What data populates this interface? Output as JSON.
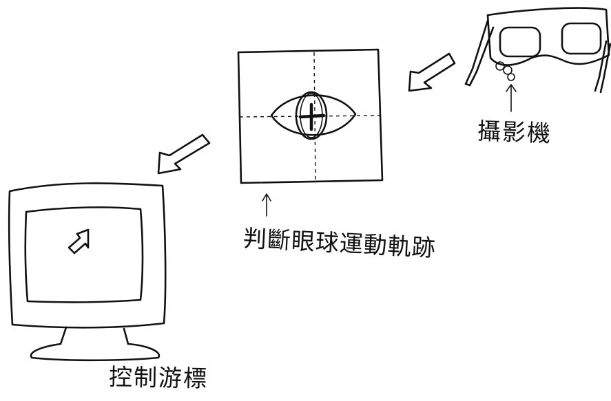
{
  "labels": {
    "camera": "攝影機",
    "eye_tracking": "判斷眼球運動軌跡",
    "cursor_control": "控制游標"
  },
  "icons": {
    "goggles": "eye-tracking-goggles-icon",
    "camera": "camera-icon",
    "eye": "eye-icon",
    "monitor": "monitor-icon",
    "cursor": "cursor-arrow-icon"
  }
}
